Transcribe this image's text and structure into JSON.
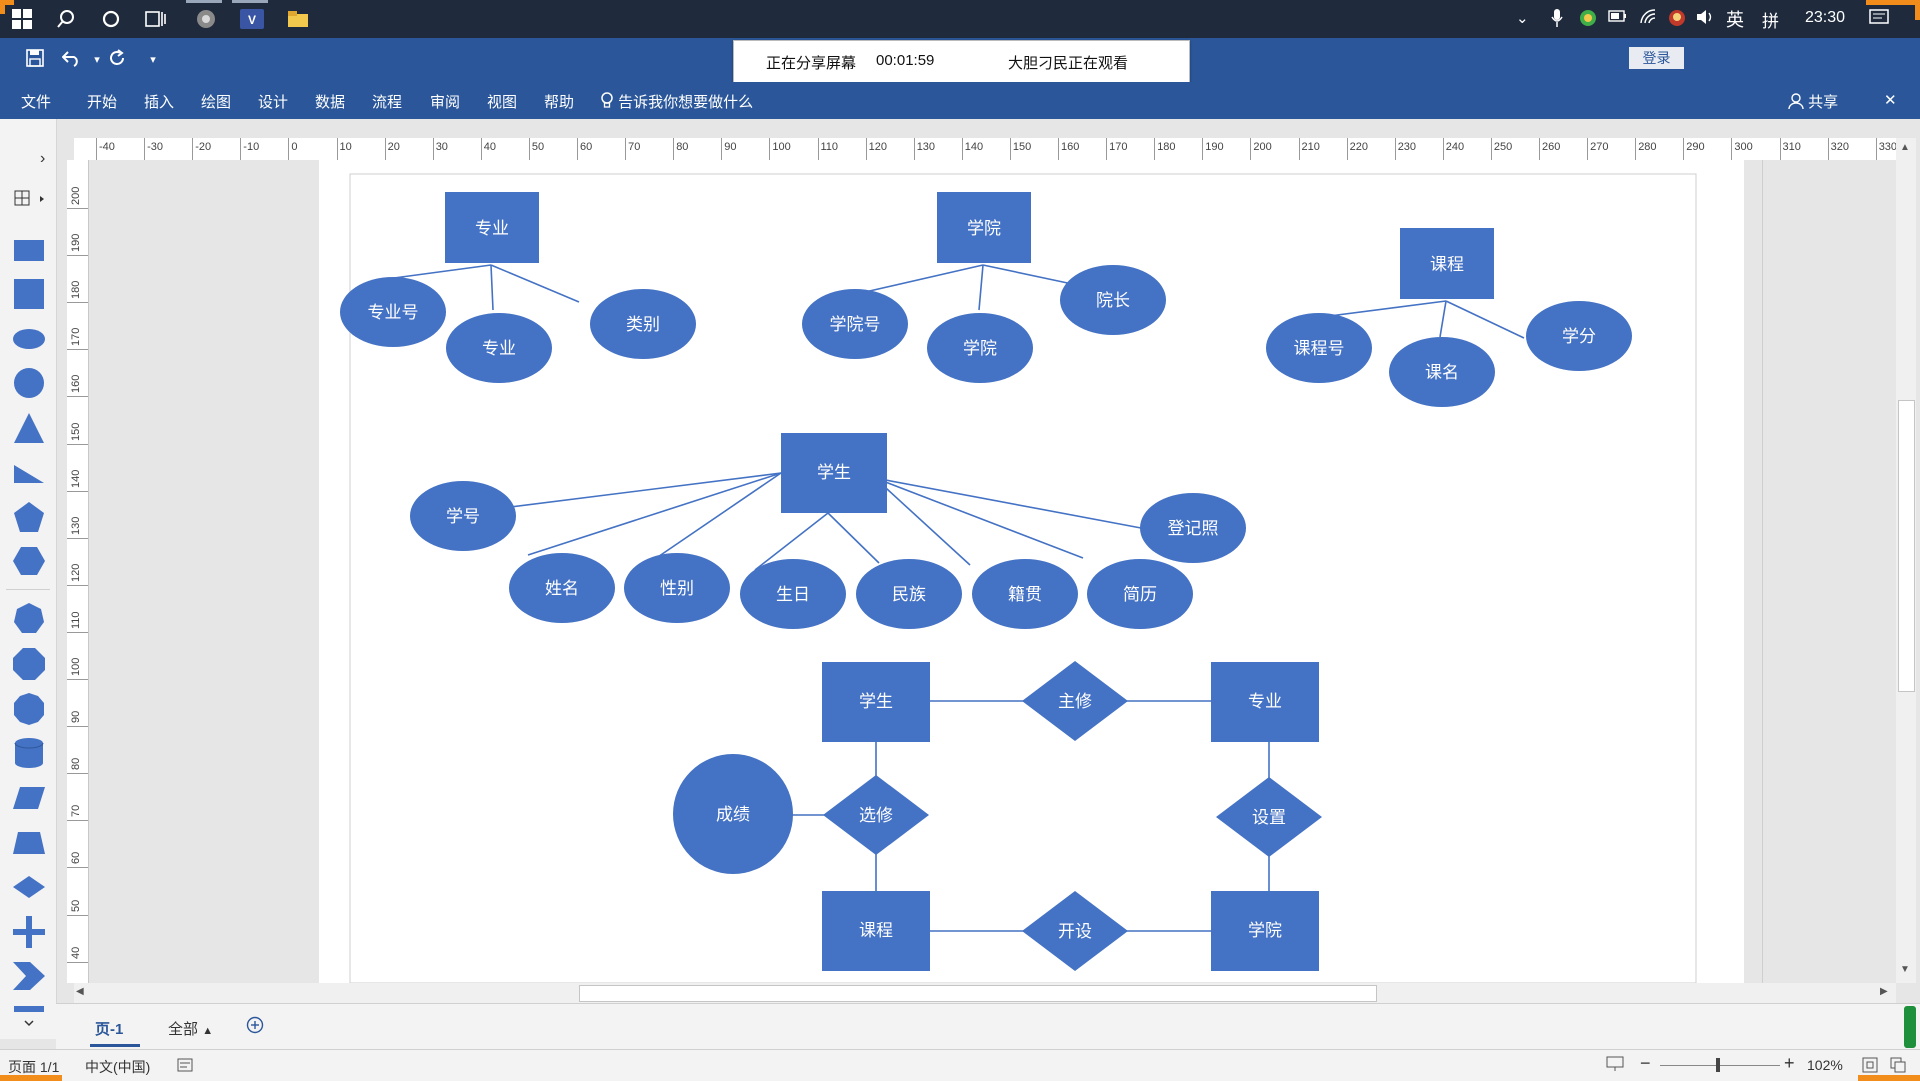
{
  "taskbar": {
    "clock": "23:30",
    "ime": "英",
    "ime_mode": "拼"
  },
  "title_bar": {
    "sharing_label": "正在分享屏幕",
    "sharing_time": "00:01:59",
    "viewer_label": "大胆刁民正在观看",
    "login_label": "登录"
  },
  "menu": {
    "items": [
      "文件",
      "开始",
      "插入",
      "绘图",
      "设计",
      "数据",
      "流程",
      "审阅",
      "视图",
      "帮助"
    ],
    "tell_me": "告诉我你想要做什么",
    "share": "共享"
  },
  "rulers": {
    "h_labels": [
      "-40",
      "-30",
      "-20",
      "-10",
      "0",
      "10",
      "20",
      "30",
      "40",
      "50",
      "60",
      "70",
      "80",
      "90",
      "100",
      "110",
      "120",
      "130",
      "140",
      "150",
      "160",
      "170",
      "180",
      "190",
      "200",
      "210",
      "220",
      "230",
      "240",
      "250",
      "260",
      "270",
      "280",
      "290",
      "300",
      "310",
      "320",
      "330"
    ],
    "v_labels": [
      "200",
      "190",
      "180",
      "170",
      "160",
      "150",
      "140",
      "130",
      "120",
      "110",
      "100",
      "90",
      "80",
      "70",
      "60",
      "50",
      "40"
    ]
  },
  "diagram": {
    "entity_color": "#4472c4",
    "line_color": "#4472c4",
    "entities": {
      "major": "专业",
      "college": "学院",
      "course": "课程",
      "student": "学生"
    },
    "attributes": {
      "major_no": "专业号",
      "major_name": "专业",
      "major_category": "类别",
      "college_no": "学院号",
      "college_name": "学院",
      "college_dean": "院长",
      "course_no": "课程号",
      "course_name": "课名",
      "course_credit": "学分",
      "student_no": "学号",
      "student_name": "姓名",
      "student_gender": "性别",
      "student_birthday": "生日",
      "student_ethnicity": "民族",
      "student_origin": "籍贯",
      "student_resume": "简历",
      "student_photo": "登记照"
    },
    "er": {
      "student": "学生",
      "major": "专业",
      "course": "课程",
      "college": "学院",
      "rel_major_in": "主修",
      "rel_elective": "选修",
      "rel_setup": "设置",
      "rel_offer": "开设",
      "attr_grade": "成绩"
    }
  },
  "tabs": {
    "page_tab": "页-1",
    "all_tab": "全部"
  },
  "status": {
    "page_info": "页面 1/1",
    "language": "中文(中国)",
    "zoom": "102%"
  }
}
